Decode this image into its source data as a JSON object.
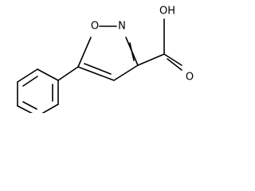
{
  "structure": {
    "atom_labels": {
      "ring_oxygen": "O",
      "ring_nitrogen": "N",
      "hydroxyl": "OH",
      "carbonyl_oxygen": "O"
    }
  }
}
